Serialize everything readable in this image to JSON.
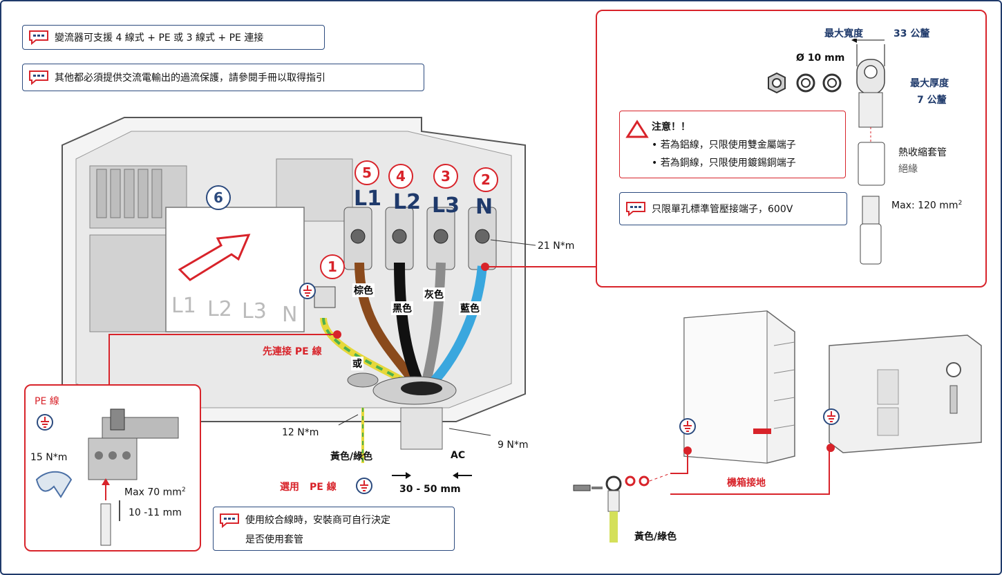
{
  "notes": {
    "support": "變流器可支援 4 線式 + PE 或 3 線式 + PE 連接",
    "protection": "其他都必須提供交流電輸出的過流保護，請參閱手冊以取得指引",
    "stranded_line1": "使用絞合線時，安裝商可自行決定",
    "stranded_line2": "是否使用套管"
  },
  "terminals": {
    "l1_num": "5",
    "l1": "L1",
    "l2_num": "4",
    "l2": "L2",
    "l3_num": "3",
    "l3": "L3",
    "n_num": "2",
    "n": "N",
    "pe_num": "1",
    "cover_num": "6",
    "cover_labels": [
      "L1",
      "L2",
      "L3",
      "N"
    ]
  },
  "wires": {
    "brown": "棕色",
    "black": "黑色",
    "grey": "灰色",
    "blue": "藍色",
    "or": "或",
    "pe_first": "先連接 PE 線"
  },
  "torque": {
    "terminal": "21 N*m",
    "gland_pe": "12 N*m",
    "gland_ac": "9 N*m",
    "pe_screw": "15 N*m"
  },
  "bottom": {
    "yellow_green": "黃色/綠色",
    "optional_pe": "選用",
    "optional_pe2": "PE 線",
    "ac": "AC",
    "range": "30 - 50 mm"
  },
  "pe_box": {
    "title": "PE 線",
    "max": "Max 70 mm",
    "sup": "2",
    "strip": "10 -11 mm"
  },
  "lug_box": {
    "max_width": "最大寬度",
    "max_width_val": "33 公釐",
    "diameter": "Ø 10 mm",
    "max_thick": "最大厚度",
    "max_thick_val": "7 公釐",
    "heatshrink": "熱收縮套管",
    "insulation": "絕緣",
    "max_cross": "Max: 120 mm",
    "sup": "2",
    "caution_title": "注意！！",
    "caution_1": "• 若為鋁線，只限使用雙金屬端子",
    "caution_2": "• 若為銅線，只限使用鍍錫銅端子",
    "single_hole": "只限單孔標準管壓接端子，600V"
  },
  "chassis": {
    "ground_label": "機箱接地",
    "yellow_green": "黃色/綠色"
  },
  "colors": {
    "red": "#d8232a",
    "navy": "#1f3a6b",
    "brown": "#8a4a1c",
    "black": "#111111",
    "grey": "#8c8c8c",
    "blue": "#3aa7de",
    "yellow": "#e6d83a",
    "green": "#4caf50"
  }
}
